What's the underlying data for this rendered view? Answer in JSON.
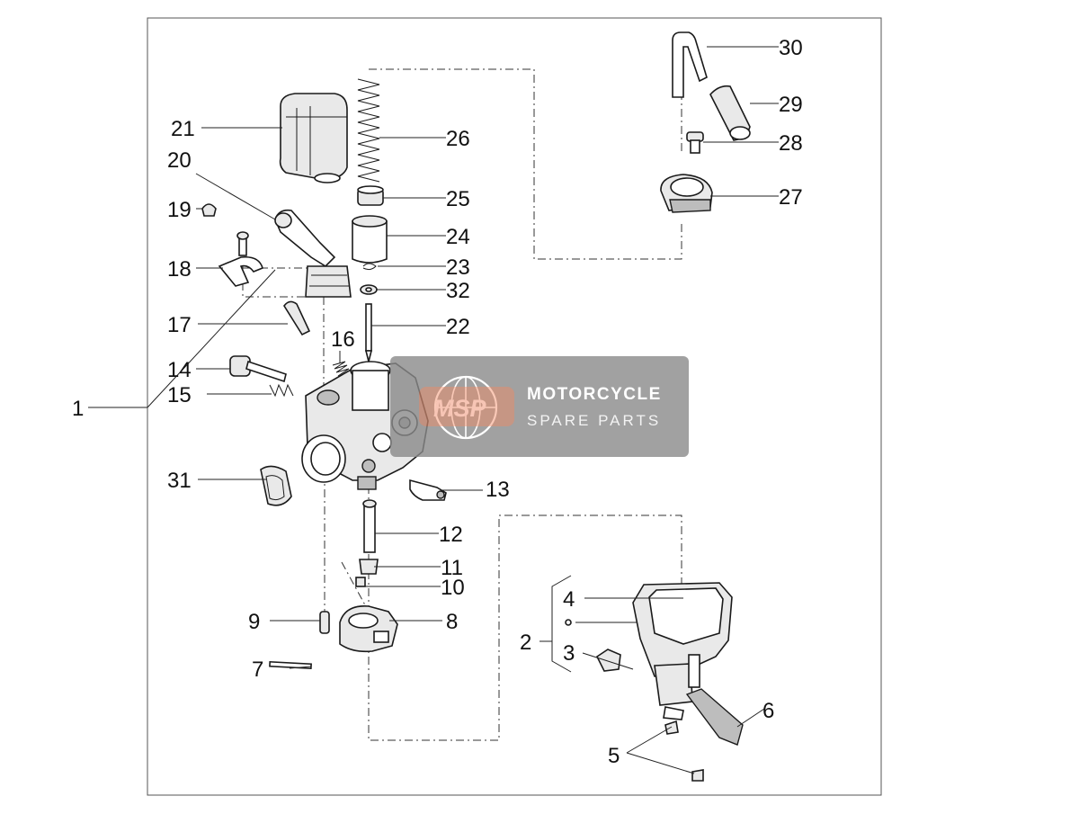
{
  "labels": {
    "l1": "1",
    "l2": "2",
    "l3": "3",
    "l4": "4",
    "l5": "5",
    "l6": "6",
    "l7": "7",
    "l8": "8",
    "l9": "9",
    "l10": "10",
    "l11": "11",
    "l12": "12",
    "l13": "13",
    "l14": "14",
    "l15": "15",
    "l16": "16",
    "l17": "17",
    "l18": "18",
    "l19": "19",
    "l20": "20",
    "l21": "21",
    "l22": "22",
    "l23": "23",
    "l24": "24",
    "l25": "25",
    "l26": "26",
    "l27": "27",
    "l28": "28",
    "l29": "29",
    "l30": "30",
    "l31": "31",
    "l32": "32"
  },
  "watermark": {
    "logo_text": "MSP",
    "title": "MOTORCYCLE",
    "subtitle": "SPARE PARTS",
    "box_color": "#8a8a8a",
    "logo_color": "#f26b3a"
  }
}
